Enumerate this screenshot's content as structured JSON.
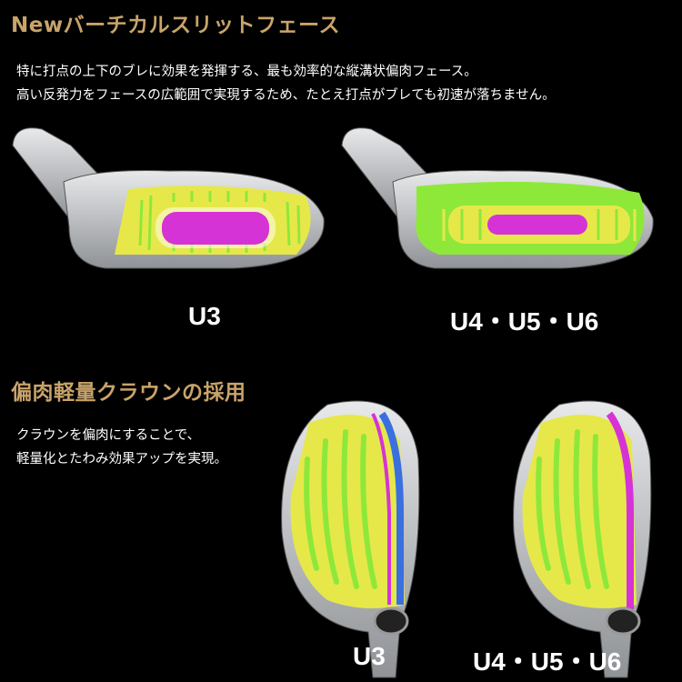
{
  "section1": {
    "title": "Newバーチカルスリットフェース",
    "desc_lines": [
      "特に打点の上下のブレに効果を発揮する、最も効率的な縦溝状偏肉フェース。",
      "高い反発力をフェースの広範囲で実現するため、たとえ打点がブレても初速が落ちません。"
    ],
    "labels": [
      "U3",
      "U4・U5・U6"
    ]
  },
  "section2": {
    "title": "偏肉軽量クラウンの採用",
    "desc_lines": [
      "クラウンを偏肉にすることで、",
      "軽量化とたわみ効果アップを実現。"
    ],
    "labels": [
      "U3",
      "U4・U5・U6"
    ]
  },
  "colors": {
    "accent": "#c9a36a",
    "thin_zone_yellow": "#e6e84a",
    "thin_zone_green": "#8ee83a",
    "thick_zone_magenta": "#d533d6",
    "rib_blue": "#3a6fe0",
    "metal": "#b9bcc0"
  }
}
